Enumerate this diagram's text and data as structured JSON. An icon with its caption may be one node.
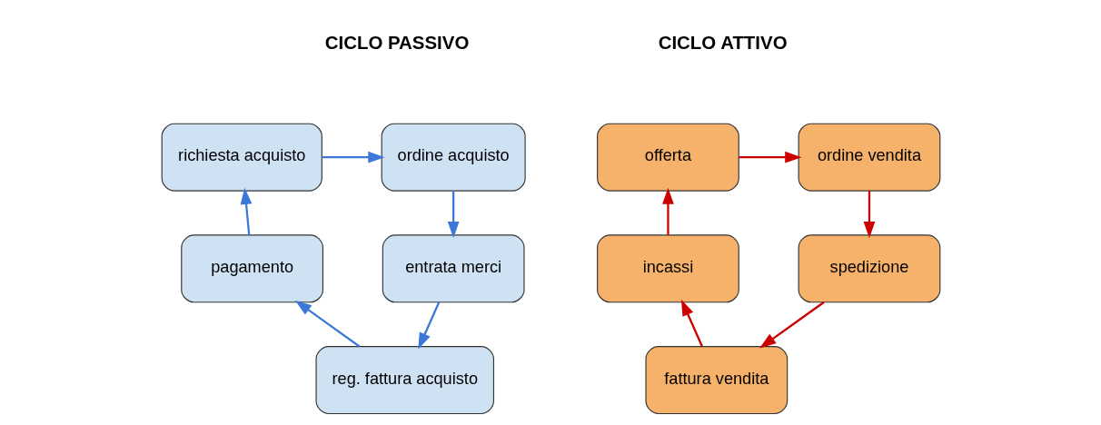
{
  "diagram": {
    "nodes": [
      {
        "text": [
          "richiesta acquisto"
        ]
      },
      {
        "text": [
          "ordine acquisto"
        ]
      },
      {
        "text": [
          "entrata merci"
        ]
      },
      {
        "text": [
          "reg. fattura acquisto"
        ]
      },
      {
        "text": [
          "pagamento"
        ]
      },
      {
        "text": [
          "offerta"
        ]
      },
      {
        "text": [
          "ordine vendita"
        ]
      },
      {
        "text": [
          "spedizione"
        ]
      },
      {
        "text": [
          "fattura vendita"
        ]
      },
      {
        "text": [
          "incassi"
        ]
      }
    ],
    "edges": [
      {
        "from": 0,
        "to": 1,
        "arrow": "to",
        "color": "#3c78d8"
      },
      {
        "from": 1,
        "to": 2,
        "arrow": "to",
        "color": "#3c78d8"
      },
      {
        "from": 2,
        "to": 3,
        "arrow": "to",
        "color": "#3c78d8"
      },
      {
        "from": 3,
        "to": 4,
        "arrow": "to",
        "color": "#3c78d8"
      },
      {
        "from": 4,
        "to": 0,
        "arrow": "to",
        "color": "#3c78d8"
      },
      {
        "from": 5,
        "to": 6,
        "arrow": "to",
        "color": "#cc0000"
      },
      {
        "from": 6,
        "to": 7,
        "arrow": "to",
        "color": "#cc0000"
      },
      {
        "from": 7,
        "to": 8,
        "arrow": "to",
        "color": "#cc0000"
      },
      {
        "from": 8,
        "to": 9,
        "arrow": "to",
        "color": "#cc0000"
      },
      {
        "from": 9,
        "to": 5,
        "arrow": "to",
        "color": "#cc0000"
      }
    ],
    "labels": [
      "CICLO PASSIVO",
      "CICLO ATTIVO"
    ]
  }
}
